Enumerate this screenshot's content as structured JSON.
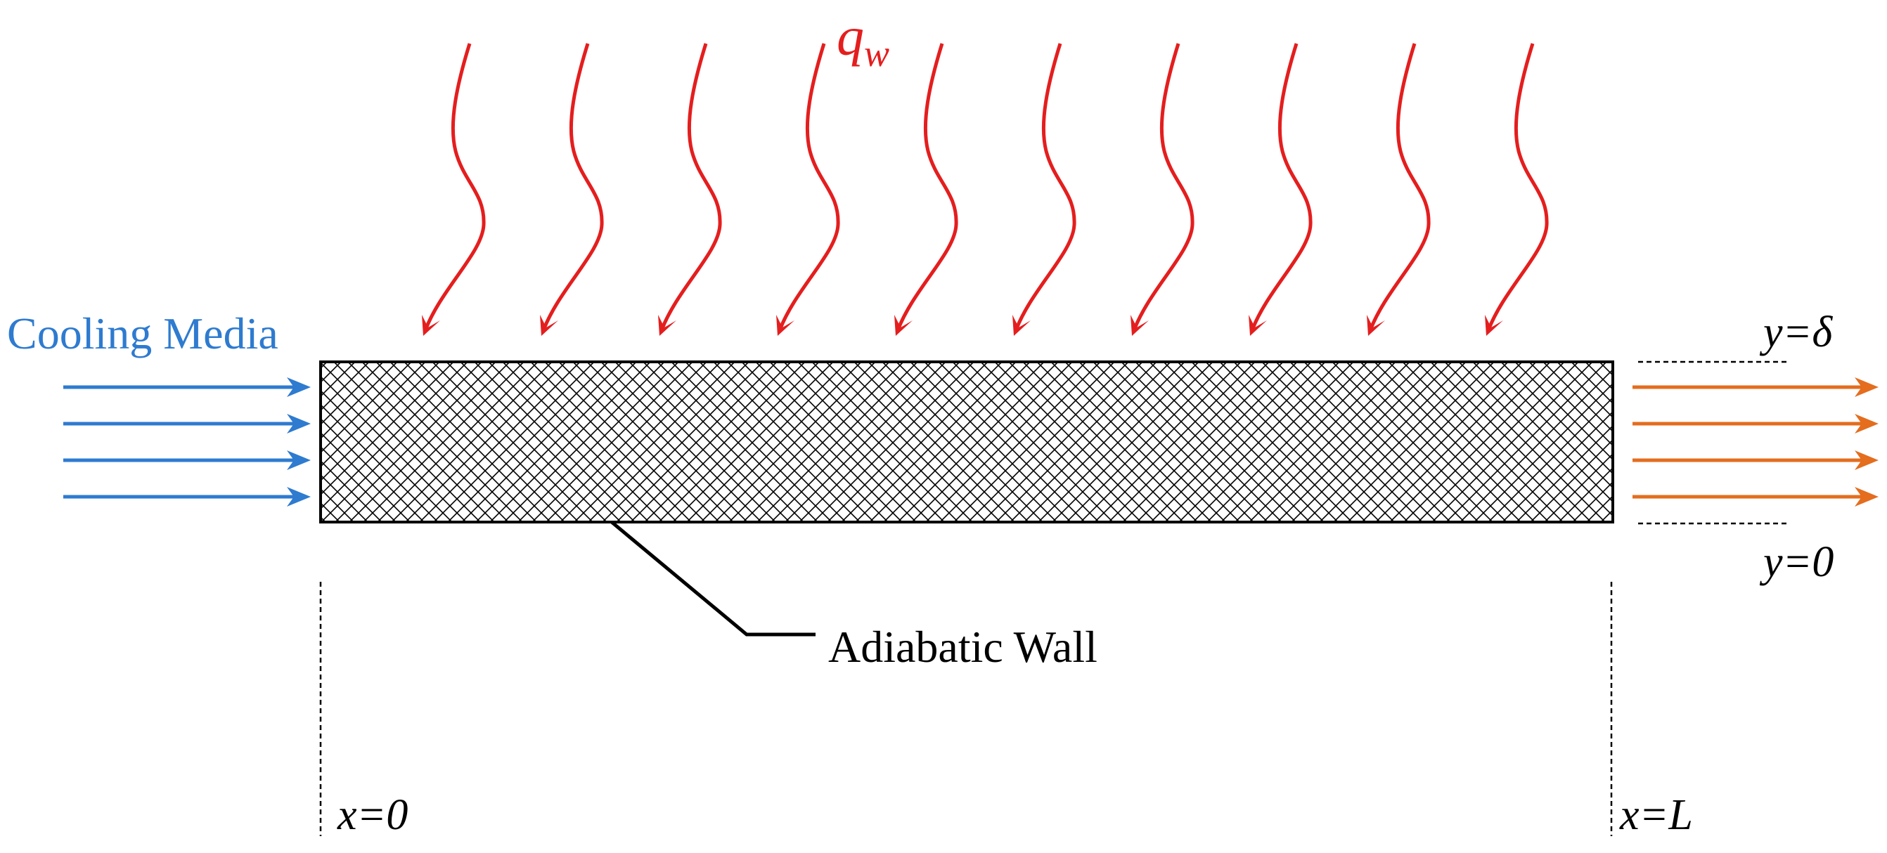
{
  "heat_flux": {
    "label_base": "q",
    "label_sub": "w",
    "arrow_count": 10,
    "color": "#e41e1e"
  },
  "inlet": {
    "label": "Cooling Media",
    "arrow_count": 4,
    "color": "#2e7bd0"
  },
  "outlet": {
    "arrow_count": 4,
    "color": "#e46d1e"
  },
  "wall": {
    "label": "Adiabatic Wall",
    "pattern": "cross-hatch"
  },
  "boundaries": {
    "y_top": "y=δ",
    "y_bottom": "y=0",
    "x_start": "x=0",
    "x_end": "x=L"
  },
  "colors": {
    "ink": "#000000"
  }
}
